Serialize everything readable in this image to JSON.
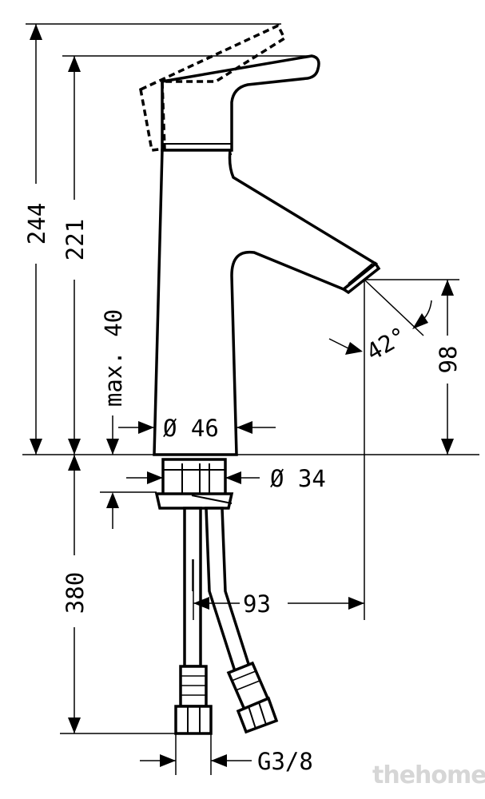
{
  "dimensions": {
    "total_height": "244",
    "spout_height": "221",
    "max_thickness": "max. 40",
    "body_diameter": "Ø 46",
    "thread_diameter": "Ø 34",
    "angle": "42°",
    "spout_outlet_height": "98",
    "hose_length": "380",
    "spout_reach": "93",
    "connection": "G3/8"
  },
  "watermark": "thehome"
}
